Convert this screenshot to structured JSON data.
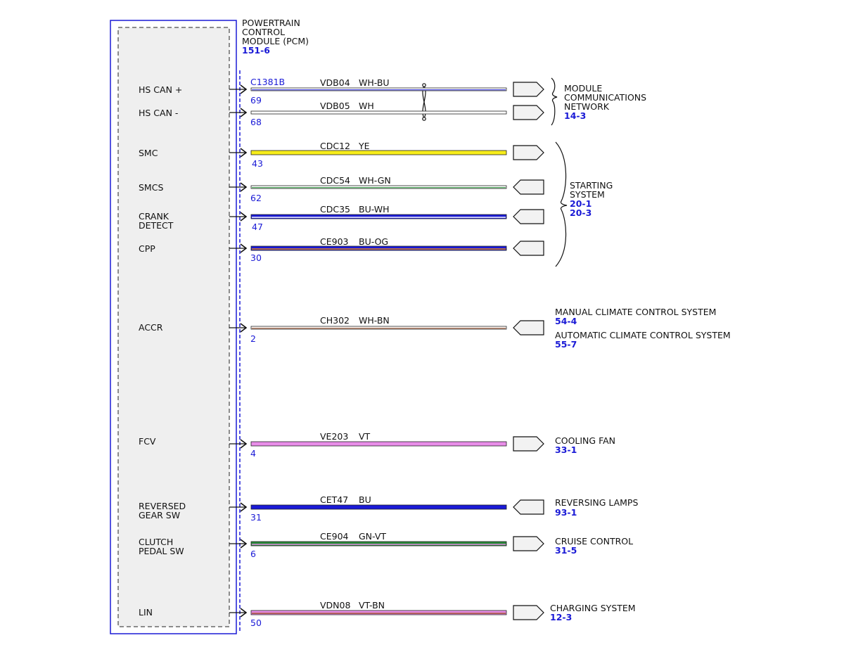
{
  "module": {
    "title_lines": [
      "POWERTRAIN",
      "CONTROL",
      "MODULE (PCM)"
    ],
    "ref": "151-6",
    "connector": "C1381B"
  },
  "signals": [
    {
      "id": "hscanp",
      "label_lines": [
        "HS CAN +"
      ],
      "pin": "69",
      "circuit": "VDB04",
      "color_code": "WH-BU",
      "colors": [
        "#ffffff",
        "#1a1ad6"
      ],
      "thick": false,
      "dir": "out"
    },
    {
      "id": "hscann",
      "label_lines": [
        "HS CAN -"
      ],
      "pin": "68",
      "circuit": "VDB05",
      "color_code": "WH",
      "colors": [
        "#ffffff",
        "#ffffff"
      ],
      "thick": false,
      "dir": "out"
    },
    {
      "id": "smc",
      "label_lines": [
        "SMC"
      ],
      "pin": "43",
      "circuit": "CDC12",
      "color_code": "YE",
      "colors": [
        "#f6ec1a",
        "#f6ec1a"
      ],
      "thick": true,
      "dir": "out"
    },
    {
      "id": "smcs",
      "label_lines": [
        "SMCS"
      ],
      "pin": "62",
      "circuit": "CDC54",
      "color_code": "WH-GN",
      "colors": [
        "#ffffff",
        "#2a9a3a"
      ],
      "thick": false,
      "dir": "in"
    },
    {
      "id": "crank",
      "label_lines": [
        "CRANK",
        "DETECT"
      ],
      "pin": "47",
      "circuit": "CDC35",
      "color_code": "BU-WH",
      "colors": [
        "#1a1ad6",
        "#ffffff"
      ],
      "thick": true,
      "dir": "in"
    },
    {
      "id": "cpp",
      "label_lines": [
        "CPP"
      ],
      "pin": "30",
      "circuit": "CE903",
      "color_code": "BU-OG",
      "colors": [
        "#1a1ad6",
        "#f08a1a"
      ],
      "thick": true,
      "dir": "in"
    },
    {
      "id": "accr",
      "label_lines": [
        "ACCR"
      ],
      "pin": "2",
      "circuit": "CH302",
      "color_code": "WH-BN",
      "colors": [
        "#ffffff",
        "#a0522d"
      ],
      "thick": false,
      "dir": "in"
    },
    {
      "id": "fcv",
      "label_lines": [
        "FCV"
      ],
      "pin": "4",
      "circuit": "VE203",
      "color_code": "VT",
      "colors": [
        "#e88de8",
        "#e88de8"
      ],
      "thick": true,
      "dir": "out"
    },
    {
      "id": "rev",
      "label_lines": [
        "REVERSED",
        "GEAR SW"
      ],
      "pin": "31",
      "circuit": "CET47",
      "color_code": "BU",
      "colors": [
        "#1a1ad6",
        "#1a1ad6"
      ],
      "thick": true,
      "dir": "in"
    },
    {
      "id": "clutch",
      "label_lines": [
        "CLUTCH",
        "PEDAL SW"
      ],
      "pin": "6",
      "circuit": "CE904",
      "color_code": "GN-VT",
      "colors": [
        "#2a8a3a",
        "#e88de8"
      ],
      "thick": true,
      "dir": "out"
    },
    {
      "id": "lin",
      "label_lines": [
        "LIN"
      ],
      "pin": "50",
      "circuit": "VDN08",
      "color_code": "VT-BN",
      "colors": [
        "#e88de8",
        "#a0522d"
      ],
      "thick": true,
      "dir": "out"
    }
  ],
  "destinations": [
    {
      "id": "network",
      "lines": [
        "MODULE",
        "COMMUNICATIONS",
        "NETWORK"
      ],
      "refs": [
        "14-3"
      ]
    },
    {
      "id": "starting",
      "lines": [
        "STARTING",
        "SYSTEM"
      ],
      "refs": [
        "20-1",
        "20-3"
      ]
    },
    {
      "id": "climate_manual",
      "lines": [
        "MANUAL CLIMATE CONTROL SYSTEM"
      ],
      "refs": [
        "54-4"
      ]
    },
    {
      "id": "climate_auto",
      "lines": [
        "AUTOMATIC CLIMATE CONTROL SYSTEM"
      ],
      "refs": [
        "55-7"
      ]
    },
    {
      "id": "cooling",
      "lines": [
        "COOLING FAN"
      ],
      "refs": [
        "33-1"
      ]
    },
    {
      "id": "reversing",
      "lines": [
        "REVERSING LAMPS"
      ],
      "refs": [
        "93-1"
      ]
    },
    {
      "id": "cruise",
      "lines": [
        "CRUISE CONTROL"
      ],
      "refs": [
        "31-5"
      ]
    },
    {
      "id": "charging",
      "lines": [
        "CHARGING SYSTEM"
      ],
      "refs": [
        "12-3"
      ]
    }
  ],
  "colors": {
    "module_border": "#1a1ad6",
    "module_fill": "#efefef",
    "ref_text": "#1a1ad6",
    "line": "#111111"
  }
}
